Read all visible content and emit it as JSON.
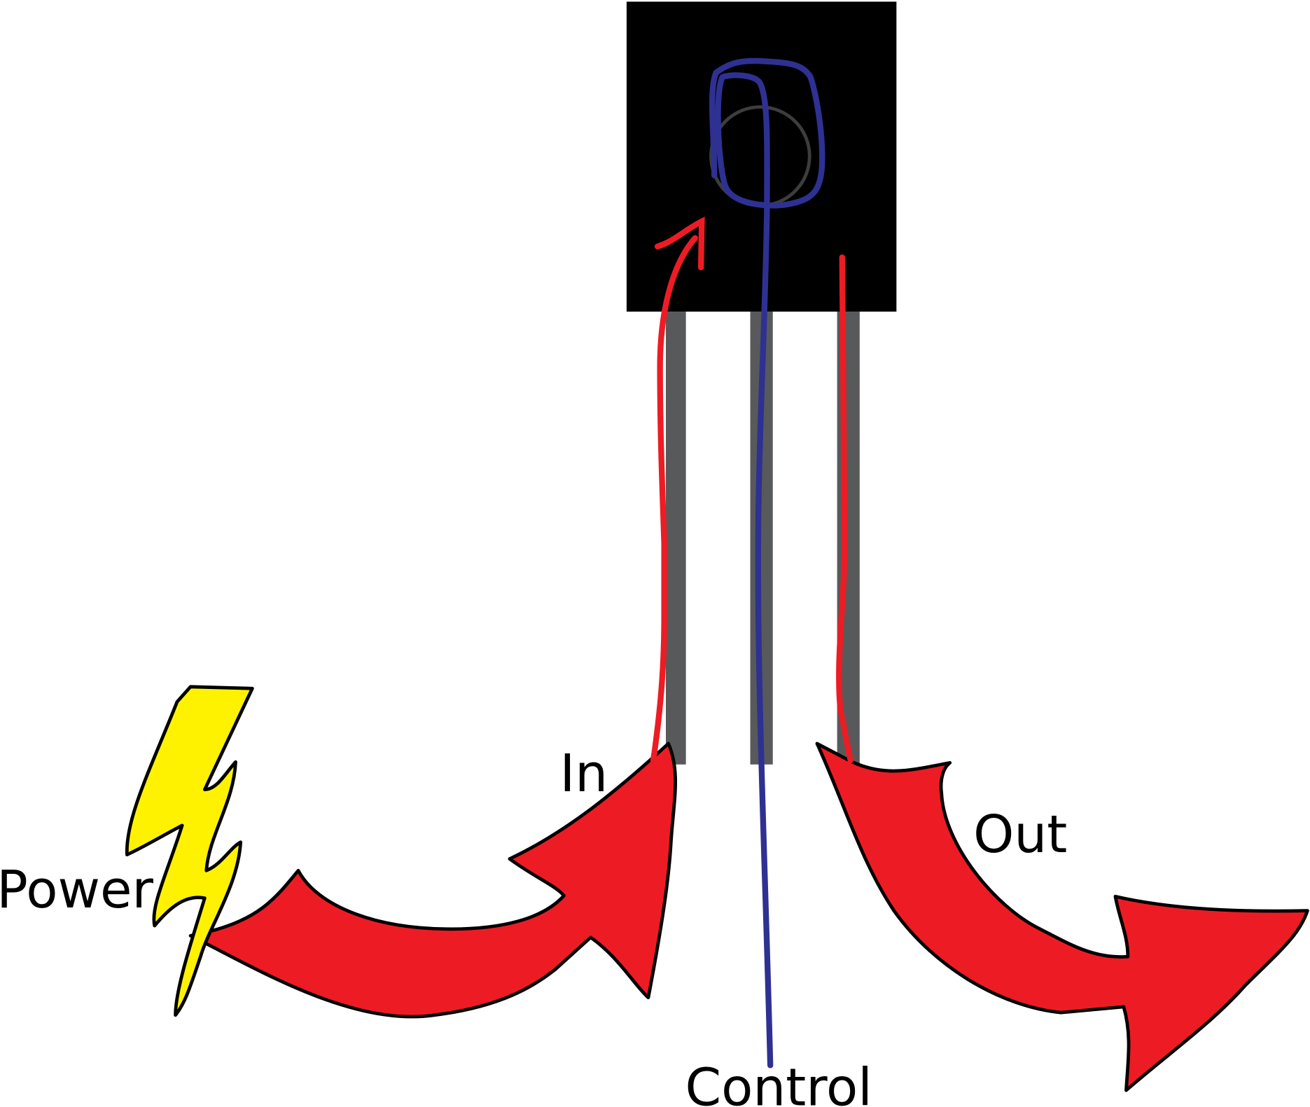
{
  "diagram": {
    "labels": {
      "power": "Power",
      "in": "In",
      "out": "Out",
      "control": "Control"
    },
    "colors": {
      "body": "#000000",
      "legs": "#58595b",
      "current": "#ed1c24",
      "control": "#2e3192",
      "lightning": "#fff200",
      "outline": "#000000"
    }
  }
}
